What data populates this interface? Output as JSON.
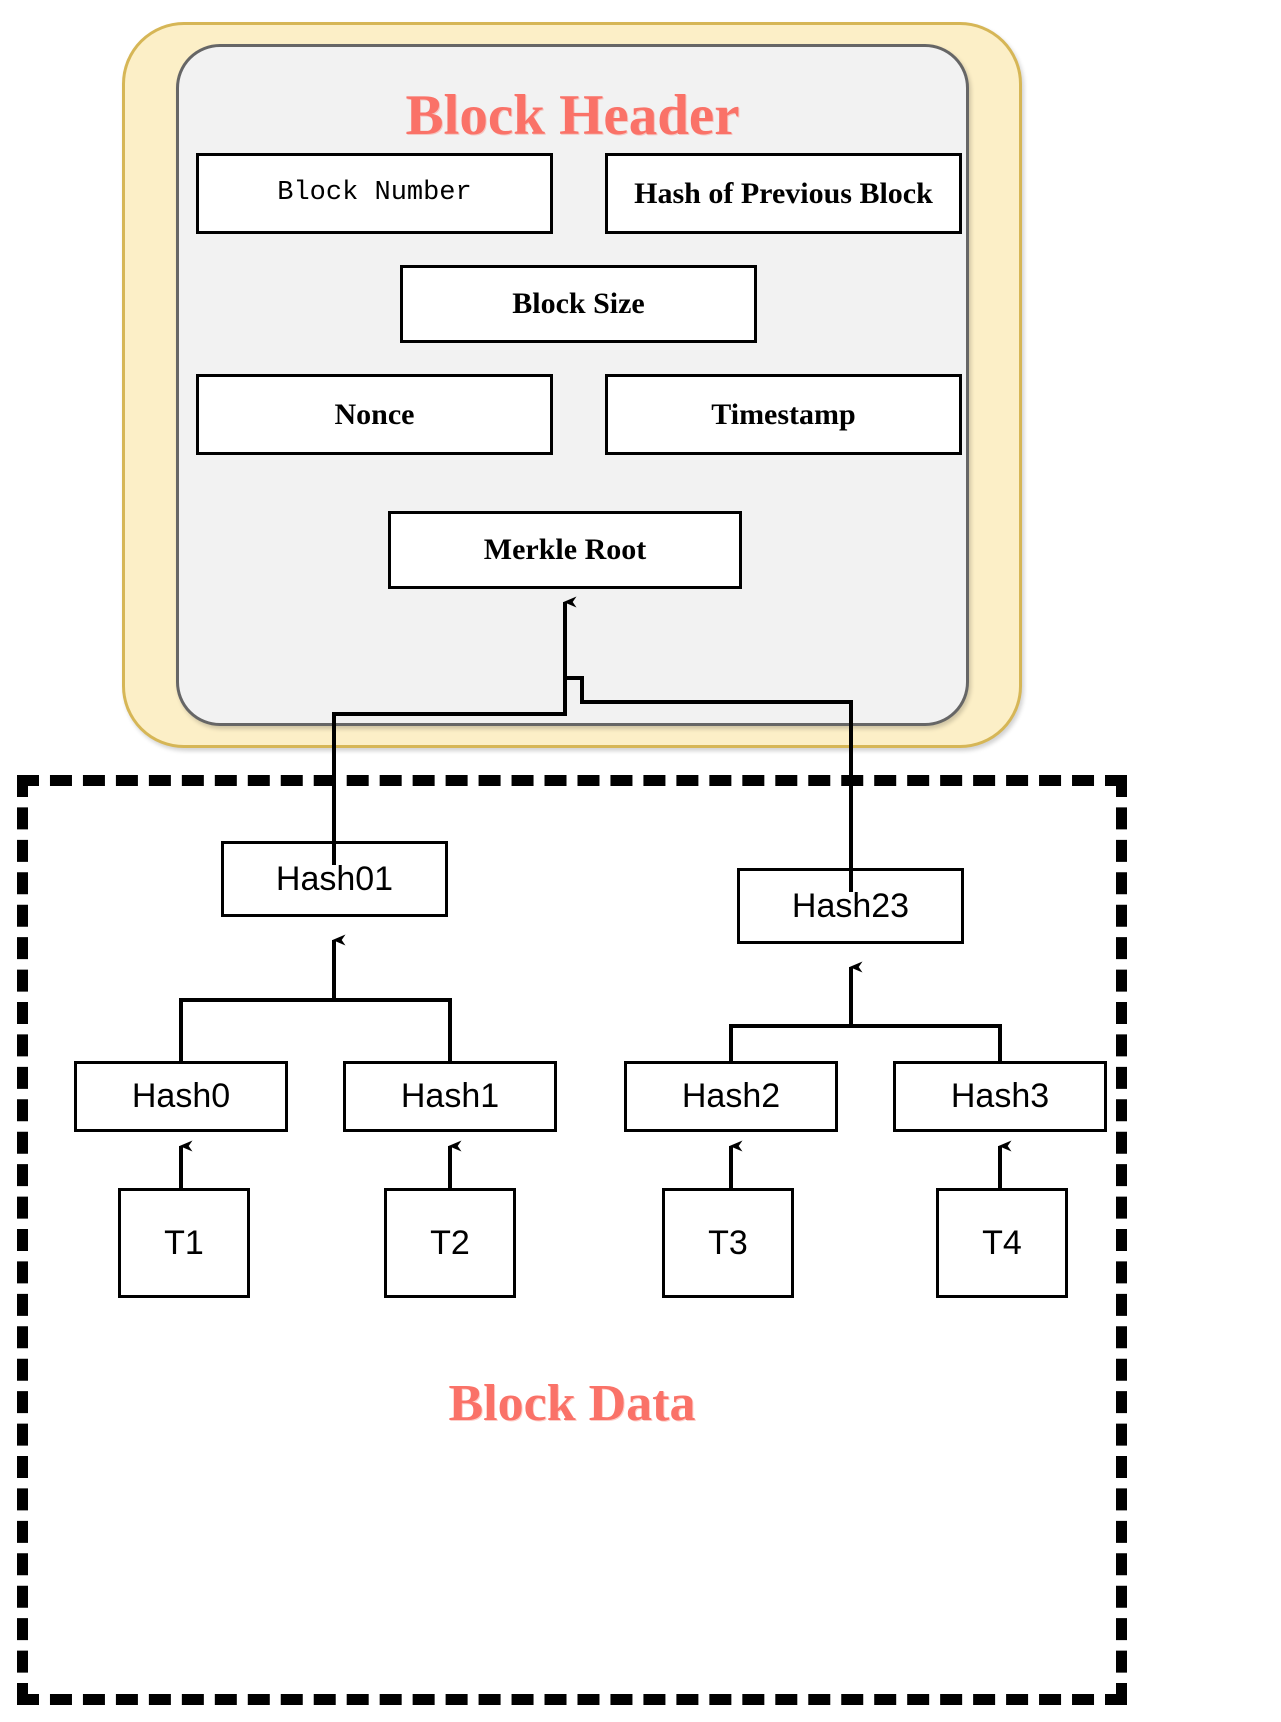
{
  "diagram": {
    "type": "blockchain-block-structure",
    "accent_color": "#FA7268",
    "header_container_fill": "#FCEFC7",
    "header_container_border": "#D6B656",
    "header_inner_fill": "#F2F2F2",
    "header_inner_border": "#666666",
    "node_border": "#000000",
    "node_fill": "#FFFFFF"
  },
  "block_header": {
    "title": "Block Header",
    "fields": [
      {
        "id": "block-number",
        "label": "Block Number"
      },
      {
        "id": "prev-hash",
        "label": "Hash of Previous Block"
      },
      {
        "id": "block-size",
        "label": "Block Size"
      },
      {
        "id": "nonce",
        "label": "Nonce"
      },
      {
        "id": "timestamp",
        "label": "Timestamp"
      },
      {
        "id": "merkle-root",
        "label": "Merkle Root"
      }
    ]
  },
  "block_data": {
    "title": "Block Data",
    "merkle_tree": {
      "level2": [
        {
          "id": "hash01",
          "label": "Hash01"
        },
        {
          "id": "hash23",
          "label": "Hash23"
        }
      ],
      "level1": [
        {
          "id": "hash0",
          "label": "Hash0"
        },
        {
          "id": "hash1",
          "label": "Hash1"
        },
        {
          "id": "hash2",
          "label": "Hash2"
        },
        {
          "id": "hash3",
          "label": "Hash3"
        }
      ],
      "transactions": [
        {
          "id": "t1",
          "label": "T1"
        },
        {
          "id": "t2",
          "label": "T2"
        },
        {
          "id": "t3",
          "label": "T3"
        },
        {
          "id": "t4",
          "label": "T4"
        }
      ]
    }
  }
}
